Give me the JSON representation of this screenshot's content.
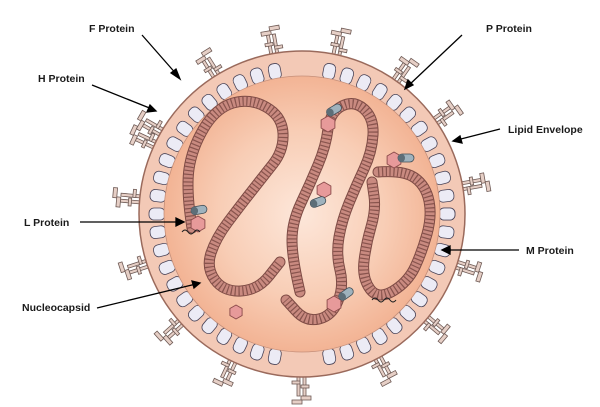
{
  "labels": {
    "f_protein": "F Protein",
    "h_protein": "H Protein",
    "l_protein": "L Protein",
    "nucleocapsid": "Nucleocapsid",
    "p_protein": "P Protein",
    "lipid_envelope": "Lipid Envelope",
    "m_protein": "M Protein"
  },
  "colors": {
    "envelope_outer": "#f3c9b6",
    "envelope_stroke": "#9a6a5c",
    "interior": "#f4b898",
    "interior_center": "#fde7da",
    "m_protein": "#ecebf5",
    "nucleocapsid": "#c98a80",
    "nucleocapsid_dark": "#7d4a44",
    "l_protein": "#e79a9a",
    "p_protein": "#9fb2bd",
    "spike": "#e6cfc6",
    "leader_line": "#000000"
  },
  "icons": {
    "f_protein_spike": "f-spike-icon",
    "h_protein_spike": "h-spike-icon",
    "l_protein": "hexagon-icon",
    "p_protein": "capsule-icon"
  }
}
